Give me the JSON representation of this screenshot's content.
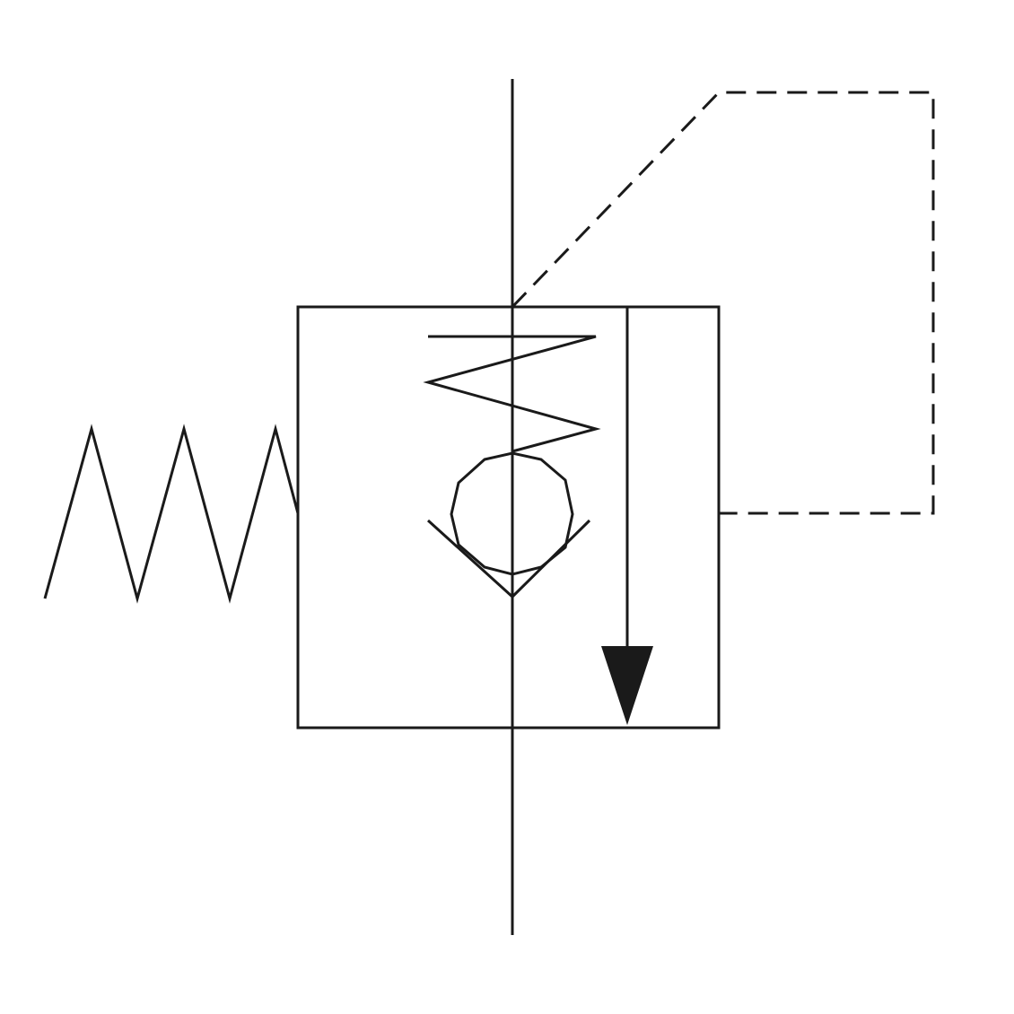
{
  "diagram": {
    "type": "hydraulic-symbol",
    "components": [
      "main-flow-line",
      "valve-body",
      "pilot-line",
      "check-ball",
      "valve-seat",
      "closing-spring",
      "adjustable-spring",
      "flow-arrow"
    ],
    "colors": {
      "background": "#ffffff",
      "line": "#1a1a1a"
    }
  }
}
